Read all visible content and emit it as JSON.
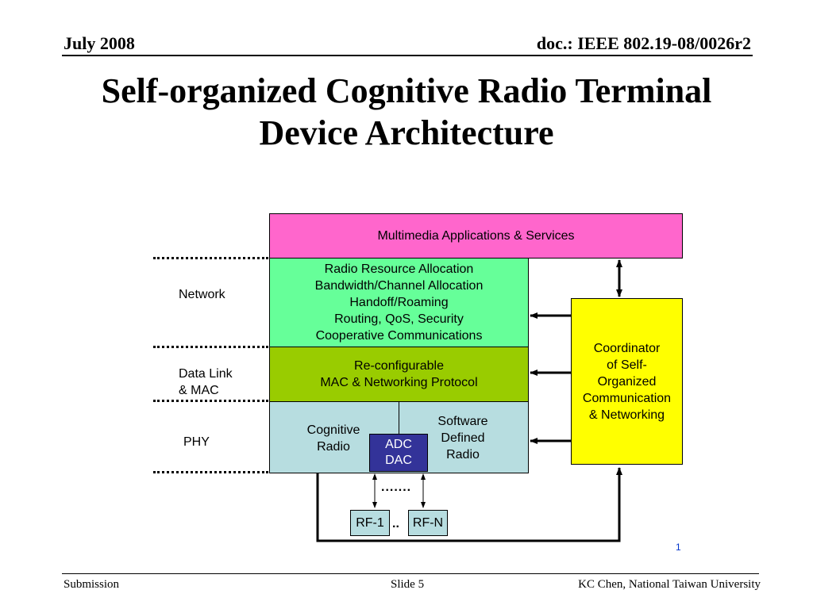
{
  "header": {
    "date": "July 2008",
    "doc_id": "doc.: IEEE 802.19-08/0026r2"
  },
  "title": {
    "line1": "Self-organized Cognitive Radio Terminal",
    "line2": "Device Architecture"
  },
  "diagram": {
    "multimedia": "Multimedia Applications & Services",
    "network_block": [
      "Radio Resource Allocation",
      "Bandwidth/Channel Allocation",
      "Handoff/Roaming",
      "Routing, QoS, Security",
      "Cooperative Communications"
    ],
    "mac_block": [
      "Re-configurable",
      "MAC & Networking Protocol"
    ],
    "cognitive_radio": [
      "Cognitive",
      "Radio"
    ],
    "software_defined_radio": [
      "Software",
      "Defined",
      "Radio"
    ],
    "adc_dac": [
      "ADC",
      "DAC"
    ],
    "coordinator": [
      "Coordinator",
      "of Self-",
      "Organized",
      "Communication",
      "& Networking"
    ],
    "layer_labels": {
      "network": "Network",
      "data_link": [
        "Data Link",
        "& MAC"
      ],
      "phy": "PHY"
    },
    "rf1": "RF-1",
    "rfn": "RF-N",
    "rf_dots": "..",
    "antenna_dots": ".......",
    "corner_number": "1",
    "colors": {
      "multimedia": "#ff66cc",
      "network": "#66ff99",
      "mac": "#99cc00",
      "phy": "#b7dde0",
      "adc": "#333399",
      "coordinator": "#ffff00",
      "rf": "#b7dde0"
    }
  },
  "footer": {
    "left": "Submission",
    "center": "Slide 5",
    "right": "KC Chen, National Taiwan University"
  }
}
